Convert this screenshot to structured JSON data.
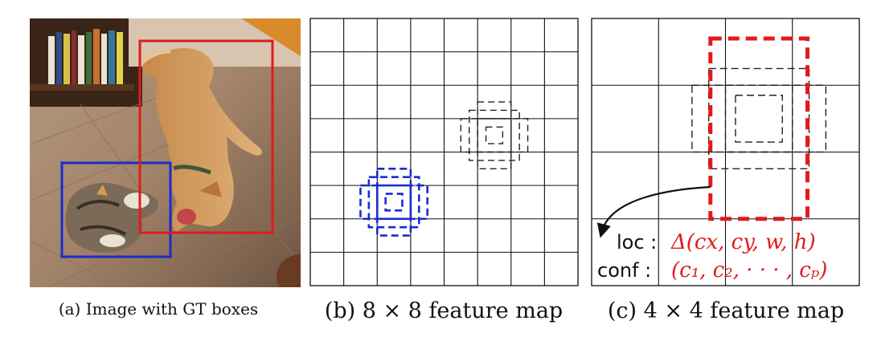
{
  "panels": {
    "a": {
      "caption": "(a) Image with GT boxes"
    },
    "b": {
      "caption": "(b) 8 × 8 feature map",
      "grid": 8
    },
    "c": {
      "caption": "(c) 4 × 4 feature map",
      "grid": 4,
      "loc_label": "loc :",
      "loc_value": "Δ(cx, cy, w, h)",
      "conf_label": "conf :",
      "conf_value": "(c₁, c₂, · · · , cₚ)"
    }
  },
  "colors": {
    "cat_box": "#1a2bd1",
    "dog_box": "#e01b1b",
    "grid_line": "#111111",
    "default_box": "#222222"
  }
}
